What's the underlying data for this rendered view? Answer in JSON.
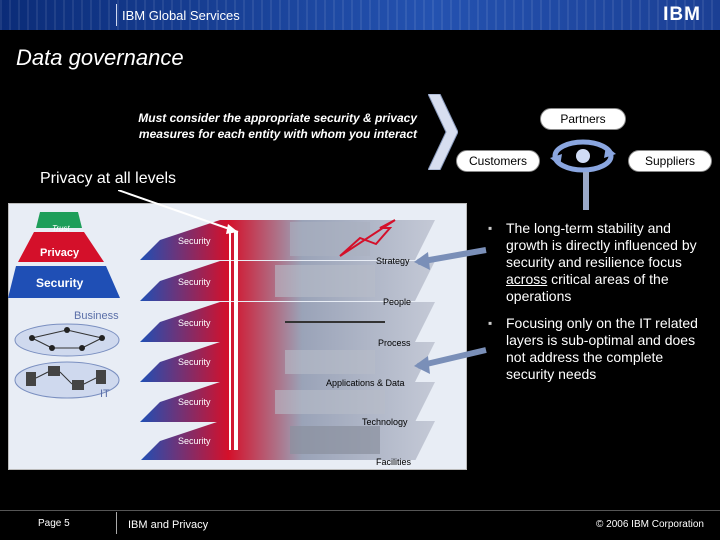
{
  "header": {
    "title": "IBM Global Services",
    "logo": "IBM"
  },
  "slide": {
    "title": "Data governance",
    "note": "Must consider the appropriate security & privacy measures for each entity with whom you interact",
    "privacy_label": "Privacy at all levels"
  },
  "entities": {
    "partners": "Partners",
    "customers": "Customers",
    "suppliers": "Suppliers"
  },
  "pyramid": {
    "trust": "Trust",
    "privacy": "Privacy",
    "security": "Security"
  },
  "domains": {
    "business": "Business",
    "it": "IT"
  },
  "layers": [
    {
      "name": "Strategy",
      "security": "Security"
    },
    {
      "name": "People",
      "security": "Security"
    },
    {
      "name": "Process",
      "security": "Security"
    },
    {
      "name": "Applications & Data",
      "security": "Security"
    },
    {
      "name": "Technology",
      "security": "Security"
    },
    {
      "name": "Facilities",
      "security": "Security"
    }
  ],
  "bullets": {
    "b1_pre": "The long-term stability and growth is directly influenced by security and resilience focus ",
    "b1_under": "across",
    "b1_post": " critical areas of the operations",
    "b2": "Focusing only on the IT related layers is sub-optimal and does not address the complete security needs"
  },
  "footer": {
    "page": "Page  5",
    "center": "IBM and Privacy",
    "copyright": "© 2006 IBM Corporation"
  },
  "colors": {
    "header_blue": "#2452b0",
    "privacy_red": "#d4102a",
    "security_blue": "#1f4fb5",
    "trust_green": "#1e9e5a"
  }
}
